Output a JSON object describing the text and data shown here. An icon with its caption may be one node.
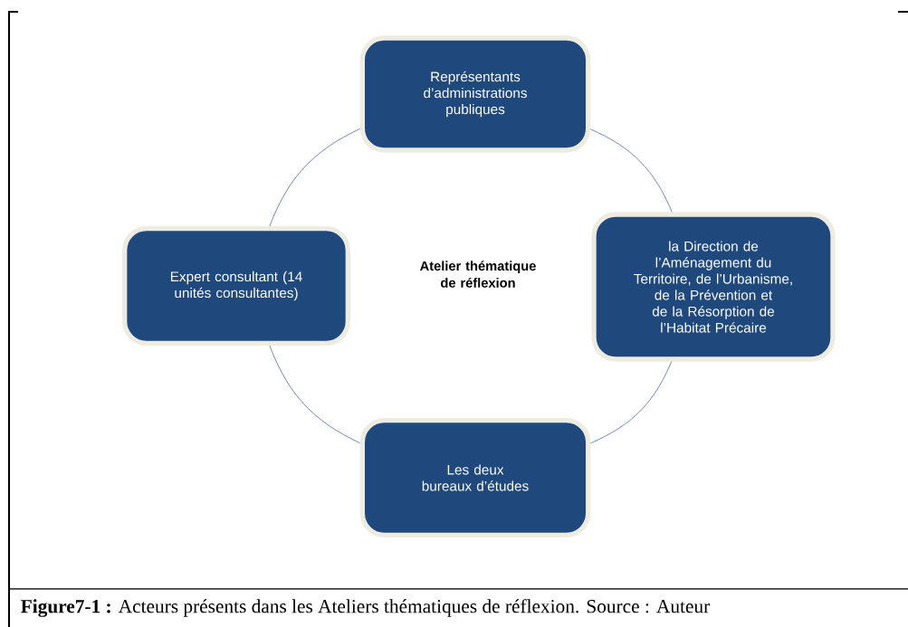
{
  "diagram": {
    "caption": "**Figure7-1 :** Acteurs présents dans les Ateliers thématiques de réflexion. Source : Auteur",
    "nodes": [
      {
        "text": [
          "Représentants d’administrations publiques"
        ]
      },
      {
        "text": [
          "Expert consultant (14 unités consultantes)"
        ]
      },
      {
        "text": [
          "la Direction de l’Aménagement du Territoire, de l’Urbanisme, de la Prévention et de la Résorption de l’Habitat Précaire"
        ]
      },
      {
        "text": [
          "Les deux bureaux d’études"
        ]
      }
    ],
    "edges": [
      {
        "from": 0,
        "to": 2,
        "arrow": "none"
      },
      {
        "from": 2,
        "to": 3,
        "arrow": "none"
      },
      {
        "from": 3,
        "to": 1,
        "arrow": "none"
      },
      {
        "from": 1,
        "to": 0,
        "arrow": "none"
      }
    ],
    "labels": [
      "Atelier thématique de réflexion"
    ]
  }
}
